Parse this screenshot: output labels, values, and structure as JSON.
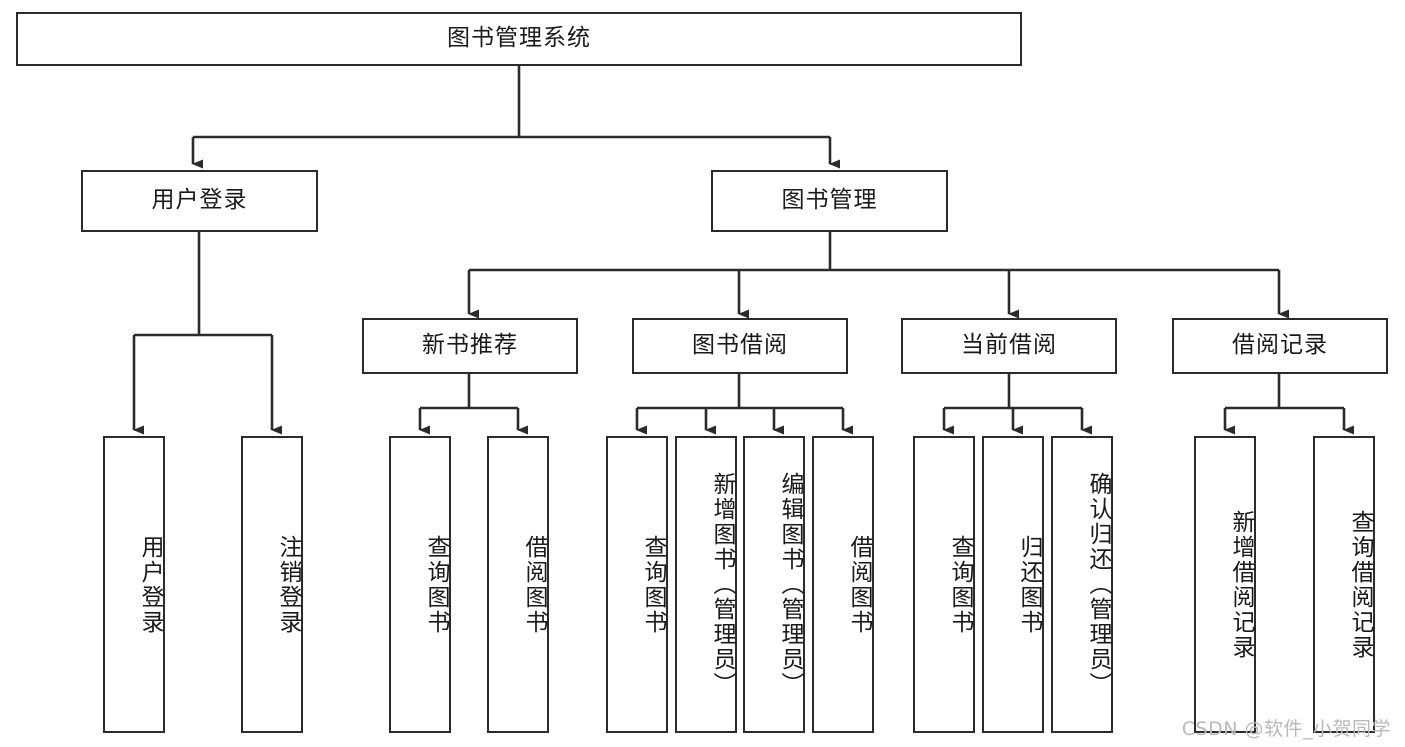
{
  "diagram": {
    "title": "图书管理系统",
    "type": "tree",
    "watermark": "CSDN @软件_小贺同学",
    "colors": {
      "border": "#2b2b2b",
      "background": "#ffffff",
      "text": "#1a1a1a",
      "watermark": "#b9b9b9"
    },
    "levels": {
      "root": {
        "label": "图书管理系统"
      },
      "level2": [
        {
          "label": "用户登录"
        },
        {
          "label": "图书管理"
        }
      ],
      "level3": [
        {
          "label": "新书推荐"
        },
        {
          "label": "图书借阅"
        },
        {
          "label": "当前借阅"
        },
        {
          "label": "借阅记录"
        }
      ],
      "leaves": {
        "user_login": [
          {
            "label": "用户登录"
          },
          {
            "label": "注销登录"
          }
        ],
        "new_book_recommend": [
          {
            "label": "查询图书"
          },
          {
            "label": "借阅图书"
          }
        ],
        "book_borrow": [
          {
            "label": "查询图书"
          },
          {
            "label": "新增图书（管理员）"
          },
          {
            "label": "编辑图书（管理员）"
          },
          {
            "label": "借阅图书"
          }
        ],
        "current_borrow": [
          {
            "label": "查询图书"
          },
          {
            "label": "归还图书"
          },
          {
            "label": "确认归还（管理员）"
          }
        ],
        "borrow_record": [
          {
            "label": "新增借阅记录"
          },
          {
            "label": "查询借阅记录"
          }
        ]
      }
    }
  }
}
